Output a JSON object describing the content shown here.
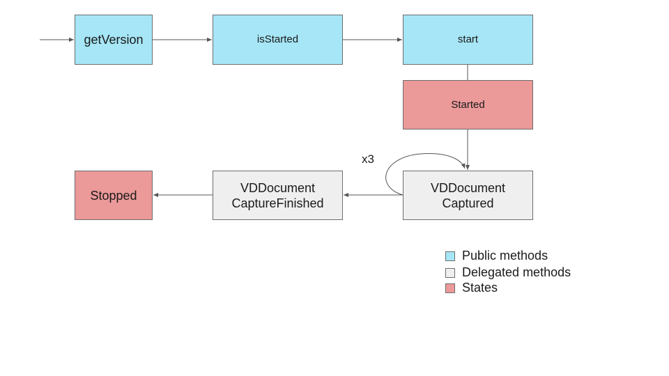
{
  "colors": {
    "public": "#a6e6f6",
    "delegated": "#efefef",
    "state": "#eb9999",
    "edge": "#555555"
  },
  "nodes": {
    "getVersion": {
      "label": "getVersion",
      "kind": "public"
    },
    "isStarted": {
      "label": "isStarted",
      "kind": "public"
    },
    "start": {
      "label": "start",
      "kind": "public"
    },
    "started": {
      "label": "Started",
      "kind": "state"
    },
    "captured": {
      "lines": [
        "VDDocument",
        "Captured"
      ],
      "kind": "delegated"
    },
    "captureFinished": {
      "lines": [
        "VDDocument",
        "CaptureFinished"
      ],
      "kind": "delegated"
    },
    "stopped": {
      "label": "Stopped",
      "kind": "state"
    }
  },
  "loop": {
    "label": "x3"
  },
  "legend": [
    {
      "label": "Public methods",
      "kind": "public"
    },
    {
      "label": "Delegated methods",
      "kind": "delegated"
    },
    {
      "label": "States",
      "kind": "state"
    }
  ]
}
